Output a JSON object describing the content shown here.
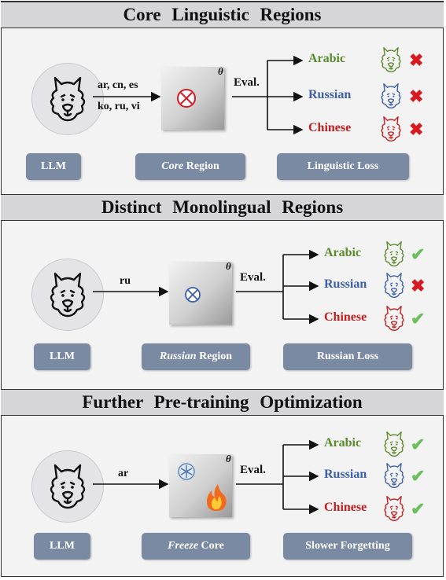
{
  "panels": [
    {
      "title": "Core  Linguistic  Regions",
      "input_line1": "ar, cn, es",
      "input_line2": "ko, ru, vi",
      "eval_label": "Eval.",
      "theta": "θ",
      "llm_label": "LLM",
      "region_italic": "Core",
      "region_rest": " Region",
      "loss_label": "Linguistic Loss",
      "box_icon": "circled-times-red-icon",
      "outputs": [
        {
          "lang": "Arabic",
          "color": "#5a8a2a",
          "result": "cross"
        },
        {
          "lang": "Russian",
          "color": "#3c5fa8",
          "result": "cross"
        },
        {
          "lang": "Chinese",
          "color": "#c01f1f",
          "result": "cross"
        }
      ]
    },
    {
      "title": "Distinct  Monolingual  Regions",
      "input_line1": "ru",
      "input_line2": "",
      "eval_label": "Eval.",
      "theta": "θ",
      "llm_label": "LLM",
      "region_italic": "Russian",
      "region_rest": " Region",
      "loss_label": "Russian Loss",
      "box_icon": "circled-times-blue-icon",
      "outputs": [
        {
          "lang": "Arabic",
          "color": "#5a8a2a",
          "result": "check"
        },
        {
          "lang": "Russian",
          "color": "#3c5fa8",
          "result": "cross"
        },
        {
          "lang": "Chinese",
          "color": "#c01f1f",
          "result": "check"
        }
      ]
    },
    {
      "title": "Further  Pre-training  Optimization",
      "input_line1": "ar",
      "input_line2": "",
      "eval_label": "Eval.",
      "theta": "θ",
      "llm_label": "LLM",
      "region_italic": "Freeze",
      "region_rest": " Core",
      "loss_label": "Slower Forgetting",
      "box_icon": "snowflake-fire-icon",
      "outputs": [
        {
          "lang": "Arabic",
          "color": "#5a8a2a",
          "result": "check"
        },
        {
          "lang": "Russian",
          "color": "#3c5fa8",
          "result": "check"
        },
        {
          "lang": "Chinese",
          "color": "#c01f1f",
          "result": "check"
        }
      ]
    }
  ],
  "colors": {
    "check": "#6cbf5a",
    "cross": "#d71920",
    "pill": "#7a8aa3"
  }
}
